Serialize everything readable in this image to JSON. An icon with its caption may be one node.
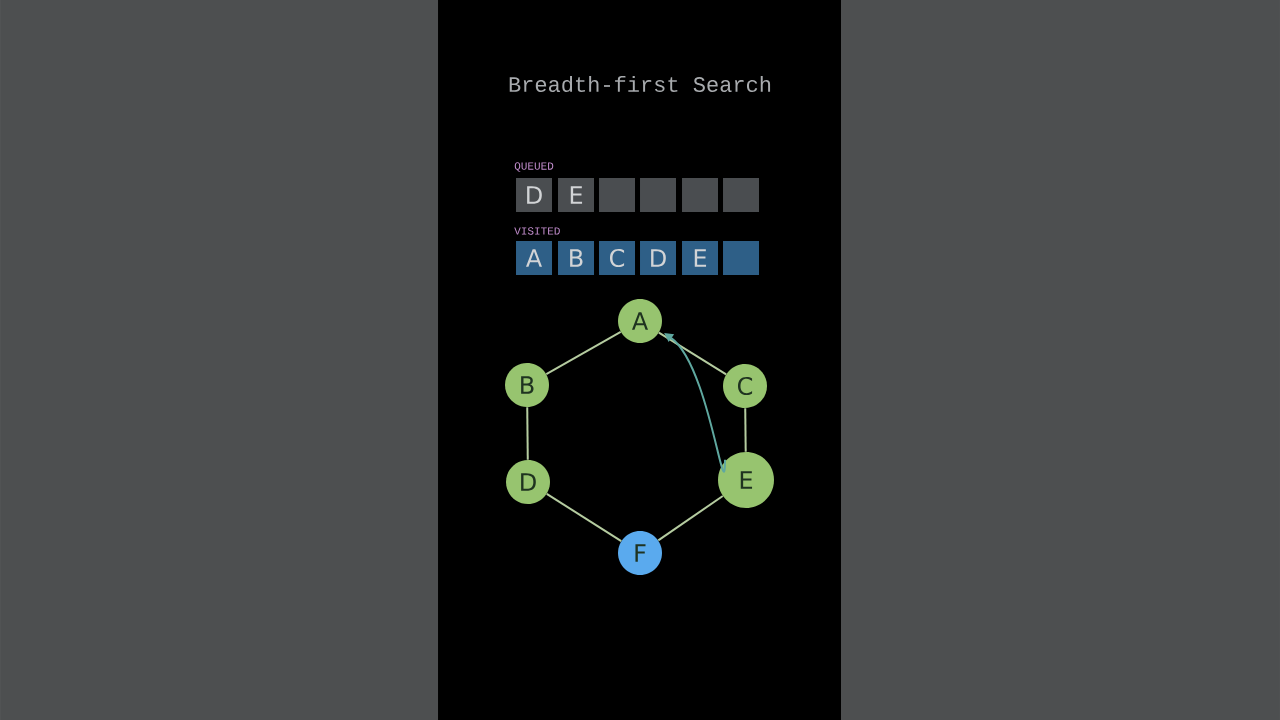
{
  "diagram": {
    "title": "Breadth-first Search",
    "nodes": [
      {
        "text": [
          "D"
        ]
      },
      {
        "text": [
          "E"
        ]
      },
      {
        "text": [],
        "shape": "box"
      },
      {
        "text": [],
        "shape": "box"
      },
      {
        "text": [],
        "shape": "box"
      },
      {
        "text": [],
        "shape": "box"
      },
      {
        "text": [
          "A"
        ]
      },
      {
        "text": [
          "B"
        ]
      },
      {
        "text": [
          "C"
        ]
      },
      {
        "text": [
          "D"
        ]
      },
      {
        "text": [
          "E"
        ]
      },
      {
        "text": [],
        "shape": "box"
      },
      {
        "text": [
          "A"
        ]
      },
      {
        "text": [
          "B"
        ]
      },
      {
        "text": [
          "C"
        ]
      },
      {
        "text": [
          "D"
        ]
      },
      {
        "text": [
          "E"
        ]
      },
      {
        "text": [
          "F"
        ]
      }
    ],
    "edges": [
      {
        "from": 12,
        "to": 13,
        "arrow": "none"
      },
      {
        "from": 12,
        "to": 14,
        "arrow": "none"
      },
      {
        "from": 13,
        "to": 15,
        "arrow": "none"
      },
      {
        "from": 14,
        "to": 16,
        "arrow": "none"
      },
      {
        "from": 15,
        "to": 17,
        "arrow": "none"
      },
      {
        "from": 16,
        "to": 17,
        "arrow": "none"
      },
      {
        "from": 16,
        "to": 12,
        "arrow": "to",
        "color": "#5fa8a0"
      }
    ],
    "labels": [
      "QUEUED",
      "VISITED"
    ]
  }
}
